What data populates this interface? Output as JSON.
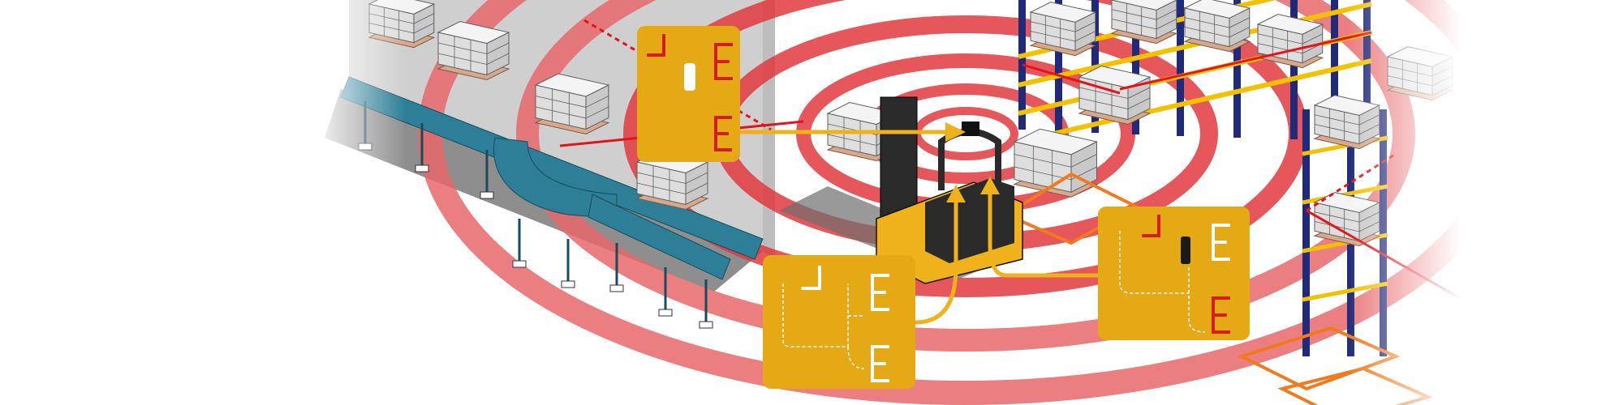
{
  "colors": {
    "background": "#ffffff",
    "wall": "#cfcfcf",
    "wall_shadow": "#8e8e8e",
    "floor_shadow": "#6d6d6d",
    "ring": "#e03a3e",
    "ring_light": "#e8676a",
    "laser": "#e3141b",
    "callout": "#e4a914",
    "callout_arrow": "#f0b21a",
    "rack_upright": "#1f2a7a",
    "rack_beam": "#f2c200",
    "conveyor": "#2c7f97",
    "box": "#ececec",
    "box_line": "#5f5f5f",
    "pallet": "#d7a98c",
    "forklift_body": "#2a2a2a",
    "forklift_accent": "#f0b21a",
    "floor_marking": "#f07a1e",
    "icon_white": "#ffffff"
  },
  "elements": {
    "wall": "warehouse-wall",
    "conveyor": "curved-conveyor",
    "racking": "pallet-racking",
    "forklift": "autonomous-forklift",
    "rings": "localization-rings",
    "callouts": [
      "mapping-callout",
      "fork-sensor-callout",
      "route-callout"
    ]
  },
  "icons": [
    "lidar-scanner-icon",
    "corner-marker-icon",
    "bracket-marker-icon",
    "route-branch-icon"
  ]
}
